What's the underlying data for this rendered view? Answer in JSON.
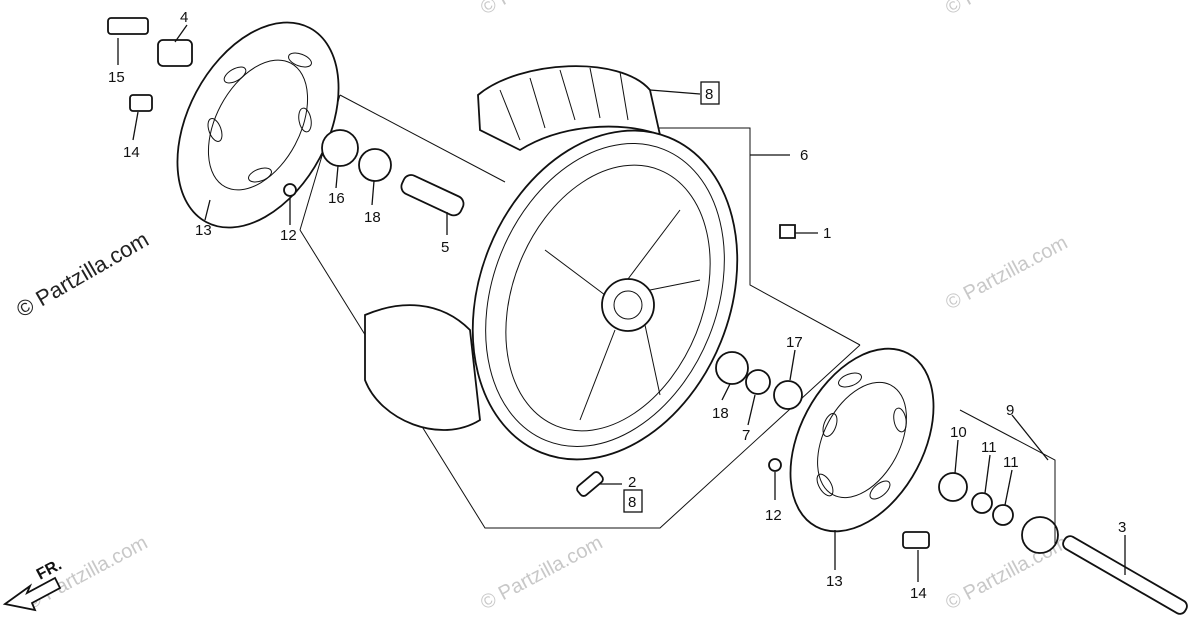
{
  "watermark": {
    "brand_text": "© Partzilla.com"
  },
  "direction_marker": {
    "text": "FR."
  },
  "callouts": [
    {
      "id": "c1",
      "text": "1"
    },
    {
      "id": "c2",
      "text": "2"
    },
    {
      "id": "c3",
      "text": "3"
    },
    {
      "id": "c4",
      "text": "4"
    },
    {
      "id": "c5",
      "text": "5"
    },
    {
      "id": "c6",
      "text": "6"
    },
    {
      "id": "c7",
      "text": "7"
    },
    {
      "id": "c8a",
      "text": "8"
    },
    {
      "id": "c8b",
      "text": "8"
    },
    {
      "id": "c9",
      "text": "9"
    },
    {
      "id": "c10",
      "text": "10"
    },
    {
      "id": "c11a",
      "text": "11"
    },
    {
      "id": "c11b",
      "text": "11"
    },
    {
      "id": "c12a",
      "text": "12"
    },
    {
      "id": "c12b",
      "text": "12"
    },
    {
      "id": "c13a",
      "text": "13"
    },
    {
      "id": "c13b",
      "text": "13"
    },
    {
      "id": "c14a",
      "text": "14"
    },
    {
      "id": "c14b",
      "text": "14"
    },
    {
      "id": "c15",
      "text": "15"
    },
    {
      "id": "c16",
      "text": "16"
    },
    {
      "id": "c17",
      "text": "17"
    },
    {
      "id": "c18a",
      "text": "18"
    },
    {
      "id": "c18b",
      "text": "18"
    }
  ]
}
